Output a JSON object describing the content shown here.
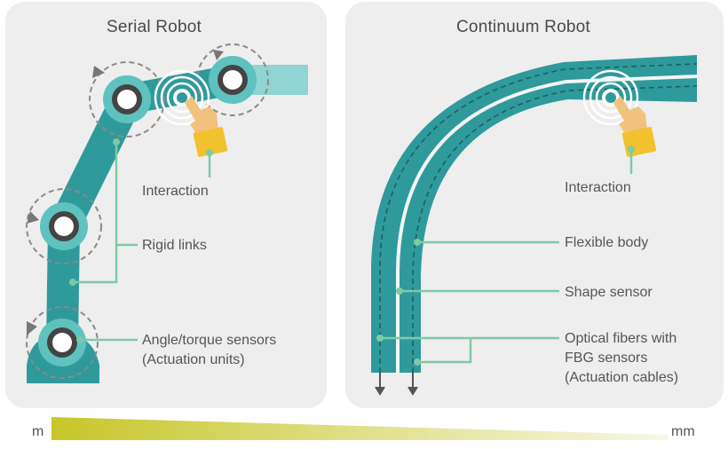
{
  "panels": {
    "serial": {
      "title": "Serial Robot",
      "labels": {
        "interaction": "Interaction",
        "rigid_links": "Rigid links",
        "sensors_line1": "Angle/torque sensors",
        "sensors_line2": "(Actuation units)"
      }
    },
    "continuum": {
      "title": "Continuum Robot",
      "labels": {
        "interaction": "Interaction",
        "flexible_body": "Flexible body",
        "shape_sensor": "Shape sensor",
        "fibers_line1": "Optical fibers with",
        "fibers_line2": "FBG sensors",
        "fibers_line3": "(Actuation cables)"
      }
    }
  },
  "scale": {
    "left": "m",
    "right": "mm"
  },
  "colors": {
    "teal": "#2e9a9c",
    "teal_light": "#5fc2bf",
    "accent_green": "#7ec9a8",
    "hand": "#f1c27d",
    "cuff": "#f2c12e",
    "panel": "#eeeeee",
    "scale_start": "#c7c62a"
  },
  "icons": [
    "rotation-indicator-icon",
    "touch-hand-icon",
    "ripple-icon",
    "down-arrow-icon"
  ]
}
